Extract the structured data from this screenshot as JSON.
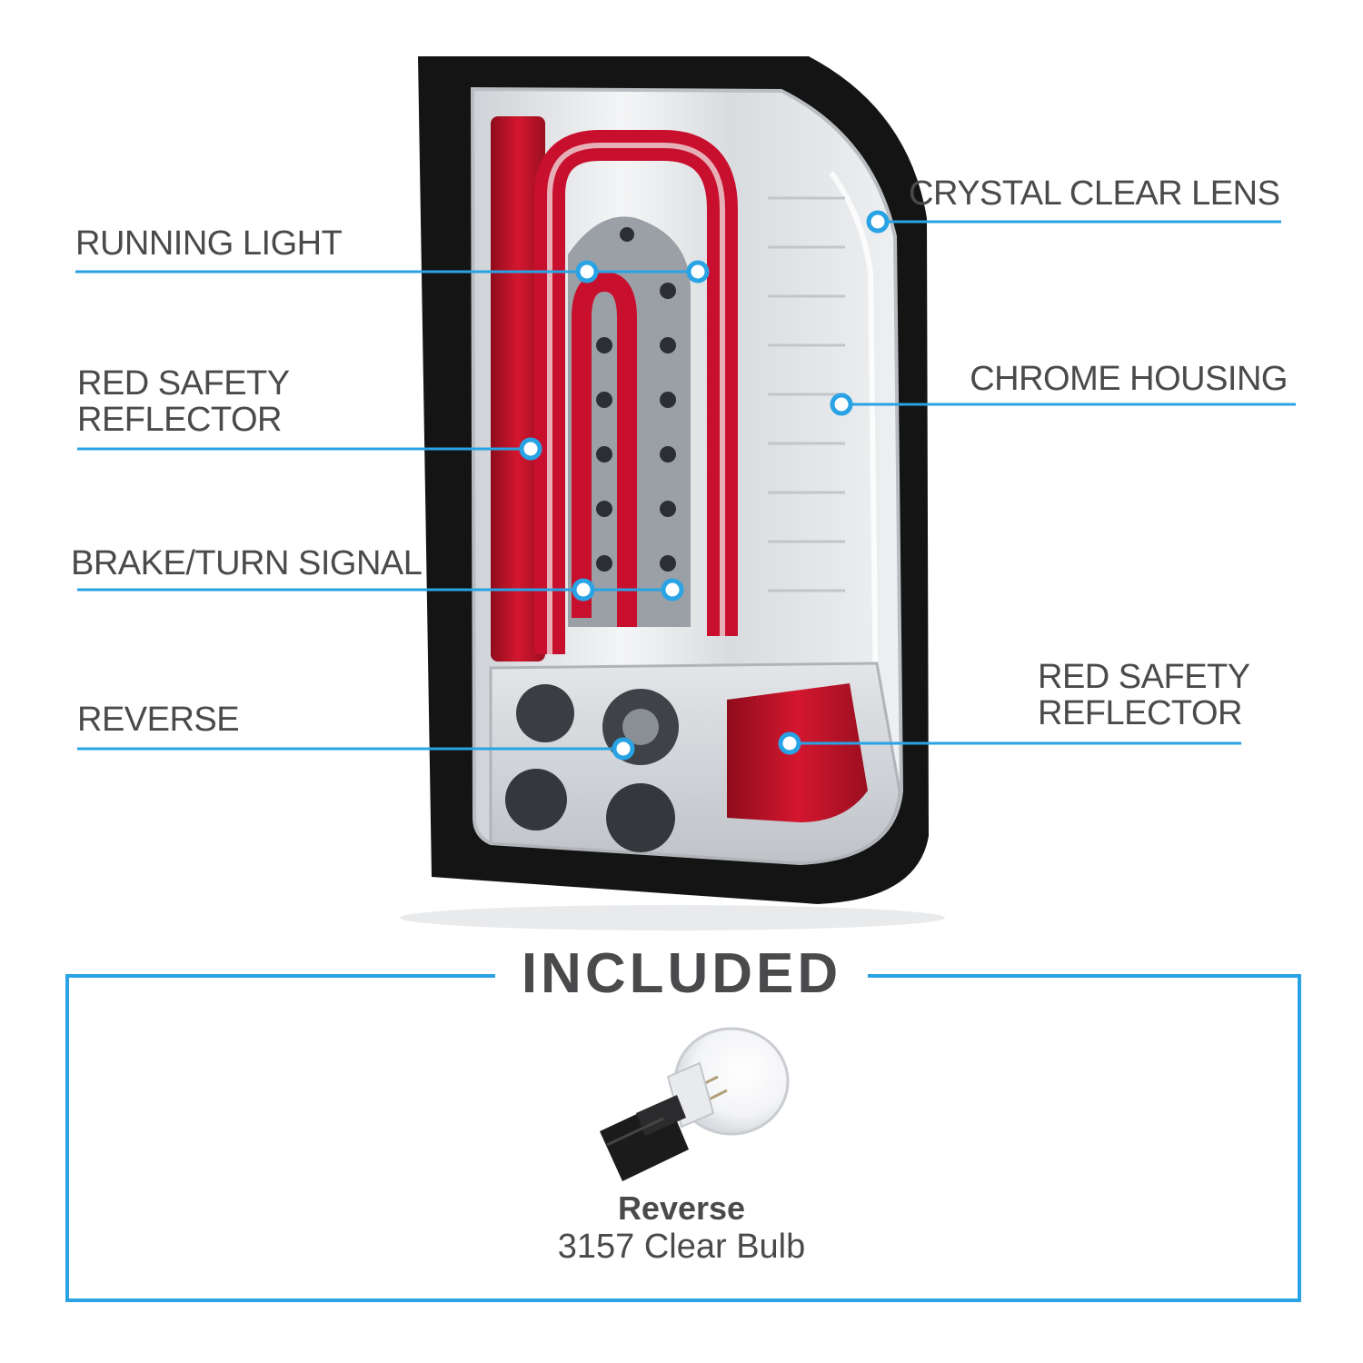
{
  "callouts": {
    "running_light": "RUNNING LIGHT",
    "red_safety_reflector_left_line1": "RED SAFETY",
    "red_safety_reflector_left_line2": "REFLECTOR",
    "brake_turn_signal": "BRAKE/TURN SIGNAL",
    "reverse": "REVERSE",
    "crystal_clear_lens": "CRYSTAL CLEAR LENS",
    "chrome_housing": "CHROME HOUSING",
    "red_safety_reflector_right_line1": "RED SAFETY",
    "red_safety_reflector_right_line2": "REFLECTOR"
  },
  "included": {
    "title": "INCLUDED",
    "bulb_name": "Reverse",
    "bulb_spec": "3157 Clear Bulb"
  },
  "colors": {
    "accent": "#29a3e4",
    "text": "#4a4a4c",
    "lens_red": "#c8102e"
  }
}
